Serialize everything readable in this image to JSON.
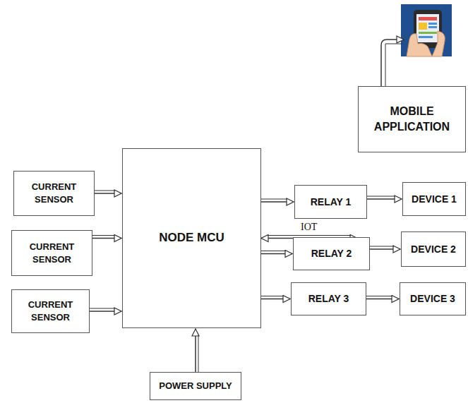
{
  "diagram": {
    "nodes": [
      {
        "text": [
          "MOBILE APPLICATION"
        ]
      },
      {
        "text": [
          "NODE MCU"
        ]
      },
      {
        "text": [
          "CURRENT SENSOR"
        ]
      },
      {
        "text": [
          "CURRENT SENSOR"
        ]
      },
      {
        "text": [
          "CURRENT SENSOR"
        ]
      },
      {
        "text": [
          "RELAY 1"
        ]
      },
      {
        "text": [
          "RELAY 2"
        ]
      },
      {
        "text": [
          "RELAY 3"
        ]
      },
      {
        "text": [
          "DEVICE 1"
        ]
      },
      {
        "text": [
          "DEVICE 2"
        ]
      },
      {
        "text": [
          "DEVICE 3"
        ]
      },
      {
        "text": [
          "POWER SUPPLY"
        ]
      }
    ],
    "edges": [
      {
        "from": 2,
        "to": 1,
        "arrow": "to"
      },
      {
        "from": 3,
        "to": 1,
        "arrow": "to"
      },
      {
        "from": 4,
        "to": 1,
        "arrow": "to"
      },
      {
        "from": 1,
        "to": 5,
        "arrow": "to"
      },
      {
        "from": 1,
        "to": 6,
        "arrow": "to"
      },
      {
        "from": 1,
        "to": 7,
        "arrow": "to"
      },
      {
        "from": 5,
        "to": 8,
        "arrow": "to"
      },
      {
        "from": 6,
        "to": 9,
        "arrow": "to"
      },
      {
        "from": 7,
        "to": 10,
        "arrow": "to"
      },
      {
        "from": 11,
        "to": 1,
        "arrow": "to"
      },
      {
        "from": 1,
        "to": 0,
        "label": "IOT",
        "arrow": "both"
      }
    ]
  }
}
